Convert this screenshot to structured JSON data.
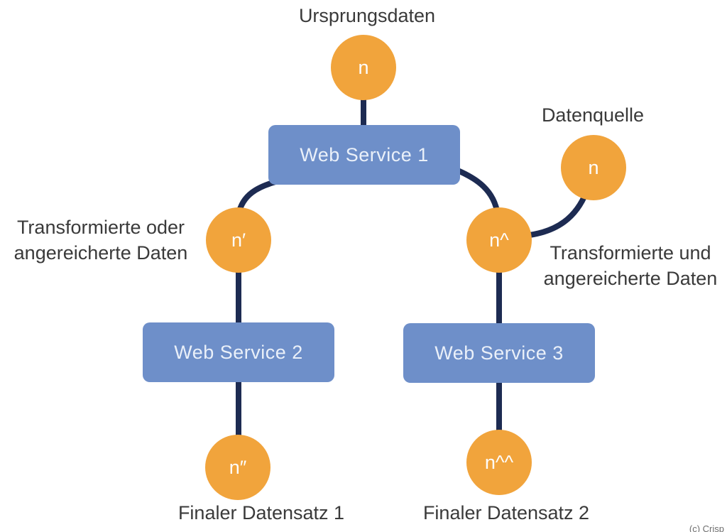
{
  "diagram": {
    "colors": {
      "node_fill": "#F1A43C",
      "box_fill": "#6E8FC9",
      "connector": "#1D2B52",
      "label_text": "#3A3A3A",
      "box_text": "#EAF0F9",
      "node_text": "#FDFDFD",
      "credit_text": "#6E6E6E"
    },
    "nodes": {
      "origin": {
        "label": "n",
        "caption": "Ursprungsdaten"
      },
      "source": {
        "label": "n",
        "caption": "Datenquelle"
      },
      "transformed_or": {
        "label": "n′",
        "lines": [
          "Transformierte oder",
          "angereicherte Daten"
        ]
      },
      "transformed_and": {
        "label": "n^",
        "lines": [
          "Transformierte und",
          "angereicherte Daten"
        ]
      },
      "final1": {
        "label": "n″",
        "caption": "Finaler Datensatz 1"
      },
      "final2": {
        "label": "n^^",
        "caption": "Finaler Datensatz 2"
      }
    },
    "boxes": {
      "ws1": "Web Service 1",
      "ws2": "Web Service 2",
      "ws3": "Web Service 3"
    },
    "credit": "(c) Crisp"
  }
}
